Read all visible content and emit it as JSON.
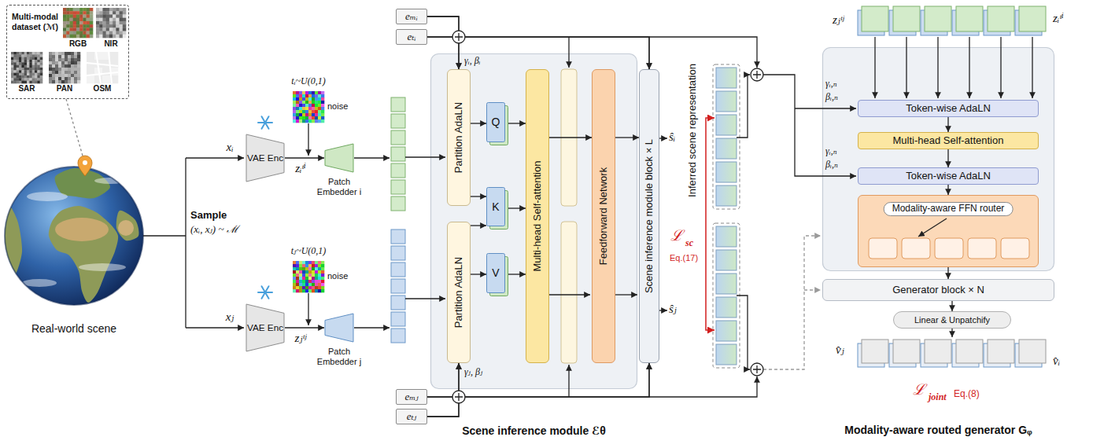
{
  "diagram": {
    "nodes": [
      {
        "text": [
          "Multi-modal dataset (ℳ)"
        ]
      },
      {
        "text": [
          "VAE Enc"
        ]
      },
      {
        "text": [
          "VAE Enc"
        ]
      },
      {
        "text": [
          "Patch Embedder i"
        ]
      },
      {
        "text": [
          "Patch Embedder j"
        ]
      },
      {
        "text": [
          "eₘᵢ"
        ]
      },
      {
        "text": [
          "eₜᵢ"
        ]
      },
      {
        "text": [
          "Scene inference module ℰθ"
        ]
      },
      {
        "text": [
          "Partition AdaLN"
        ],
        "in": 7
      },
      {
        "text": [
          "Partition AdaLN"
        ],
        "in": 7
      },
      {
        "text": [
          "Q"
        ],
        "in": 7
      },
      {
        "text": [
          "K"
        ],
        "in": 7
      },
      {
        "text": [
          "V"
        ],
        "in": 7
      },
      {
        "text": [
          "Multi-head Self-attention"
        ],
        "in": 7
      },
      {
        "text": [
          "Feedforward Network"
        ],
        "in": 7
      },
      {
        "text": [
          "Scene inference module block × L"
        ]
      },
      {
        "text": [
          "eₘⱼ"
        ]
      },
      {
        "text": [
          "eₜⱼ"
        ]
      },
      {
        "text": [
          "Modality-aware routed generator Gᵩ"
        ]
      },
      {
        "text": [
          "Token-wise AdaLN"
        ],
        "in": 18
      },
      {
        "text": [
          "Multi-head Self-attention"
        ],
        "in": 18
      },
      {
        "text": [
          "Token-wise AdaLN"
        ],
        "in": 18
      },
      {
        "text": [
          "Modality-aware FFN router"
        ],
        "in": 18
      },
      {
        "text": [
          "Generator block × N"
        ]
      },
      {
        "text": [
          "Linear & Unpatchify"
        ]
      }
    ],
    "edges": [
      {
        "from": 1,
        "to": 3,
        "arrow": "to"
      },
      {
        "from": 2,
        "to": 4,
        "arrow": "to"
      },
      {
        "from": 5,
        "to": 8,
        "arrow": "to"
      },
      {
        "from": 6,
        "to": 8,
        "arrow": "to"
      },
      {
        "from": 5,
        "to": 15,
        "arrow": "to"
      },
      {
        "from": 6,
        "to": 15,
        "arrow": "to"
      },
      {
        "from": 16,
        "to": 9,
        "arrow": "to"
      },
      {
        "from": 17,
        "to": 9,
        "arrow": "to"
      },
      {
        "from": 16,
        "to": 15,
        "arrow": "to"
      },
      {
        "from": 17,
        "to": 15,
        "arrow": "to"
      },
      {
        "from": 8,
        "to": 10,
        "arrow": "to"
      },
      {
        "from": 8,
        "to": 11,
        "arrow": "to"
      },
      {
        "from": 9,
        "to": 11,
        "arrow": "to"
      },
      {
        "from": 9,
        "to": 12,
        "arrow": "to"
      },
      {
        "from": 10,
        "to": 13,
        "arrow": "to"
      },
      {
        "from": 11,
        "to": 13,
        "arrow": "to"
      },
      {
        "from": 12,
        "to": 13,
        "arrow": "to"
      },
      {
        "from": 13,
        "to": 14,
        "arrow": "to"
      },
      {
        "from": 14,
        "to": 15,
        "arrow": "to"
      },
      {
        "from": 19,
        "to": 20,
        "arrow": "to"
      },
      {
        "from": 20,
        "to": 21,
        "arrow": "to"
      },
      {
        "from": 21,
        "to": 22,
        "arrow": "to"
      },
      {
        "from": 22,
        "to": 23,
        "arrow": "to"
      },
      {
        "from": 23,
        "to": 24,
        "arrow": "to"
      }
    ],
    "labels": [
      "RGB",
      "NIR",
      "SAR",
      "PAN",
      "OSM",
      "Real-world scene",
      "Sample",
      "(xᵢ, xⱼ) ~ ℳ",
      "xᵢ",
      "xⱼ",
      "tᵢ~U(0,1)",
      "noise",
      "zᵢᵗⁱ",
      "tⱼ~U(0,1)",
      "noise",
      "zⱼᵗʲ",
      "γᵢ, βᵢ",
      "γⱼ, βⱼ",
      "ŝᵢ",
      "ŝⱼ",
      "Inferred scene representation",
      "ℒ",
      "sc",
      "Eq.(17)",
      "zⱼᵗʲ",
      "zᵢᵗⁱ",
      "γᵢ,ₙ",
      "βᵢ,ₙ",
      "γᵢ,ₙ",
      "βᵢ,ₙ",
      "v̂ⱼ",
      "v̂ᵢ",
      "ℒ",
      "joint",
      "Eq.(8)"
    ]
  }
}
